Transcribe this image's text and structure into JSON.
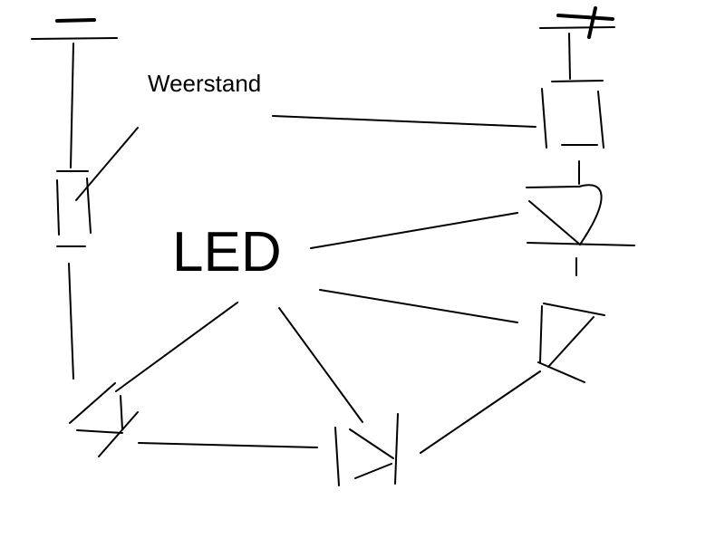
{
  "labels": {
    "resistor": "Weerstand",
    "led": "LED"
  },
  "symbols": {
    "negative": "minus-sign",
    "positive": "plus-sign"
  },
  "colors": {
    "ink": "#000000",
    "background": "#ffffff"
  }
}
